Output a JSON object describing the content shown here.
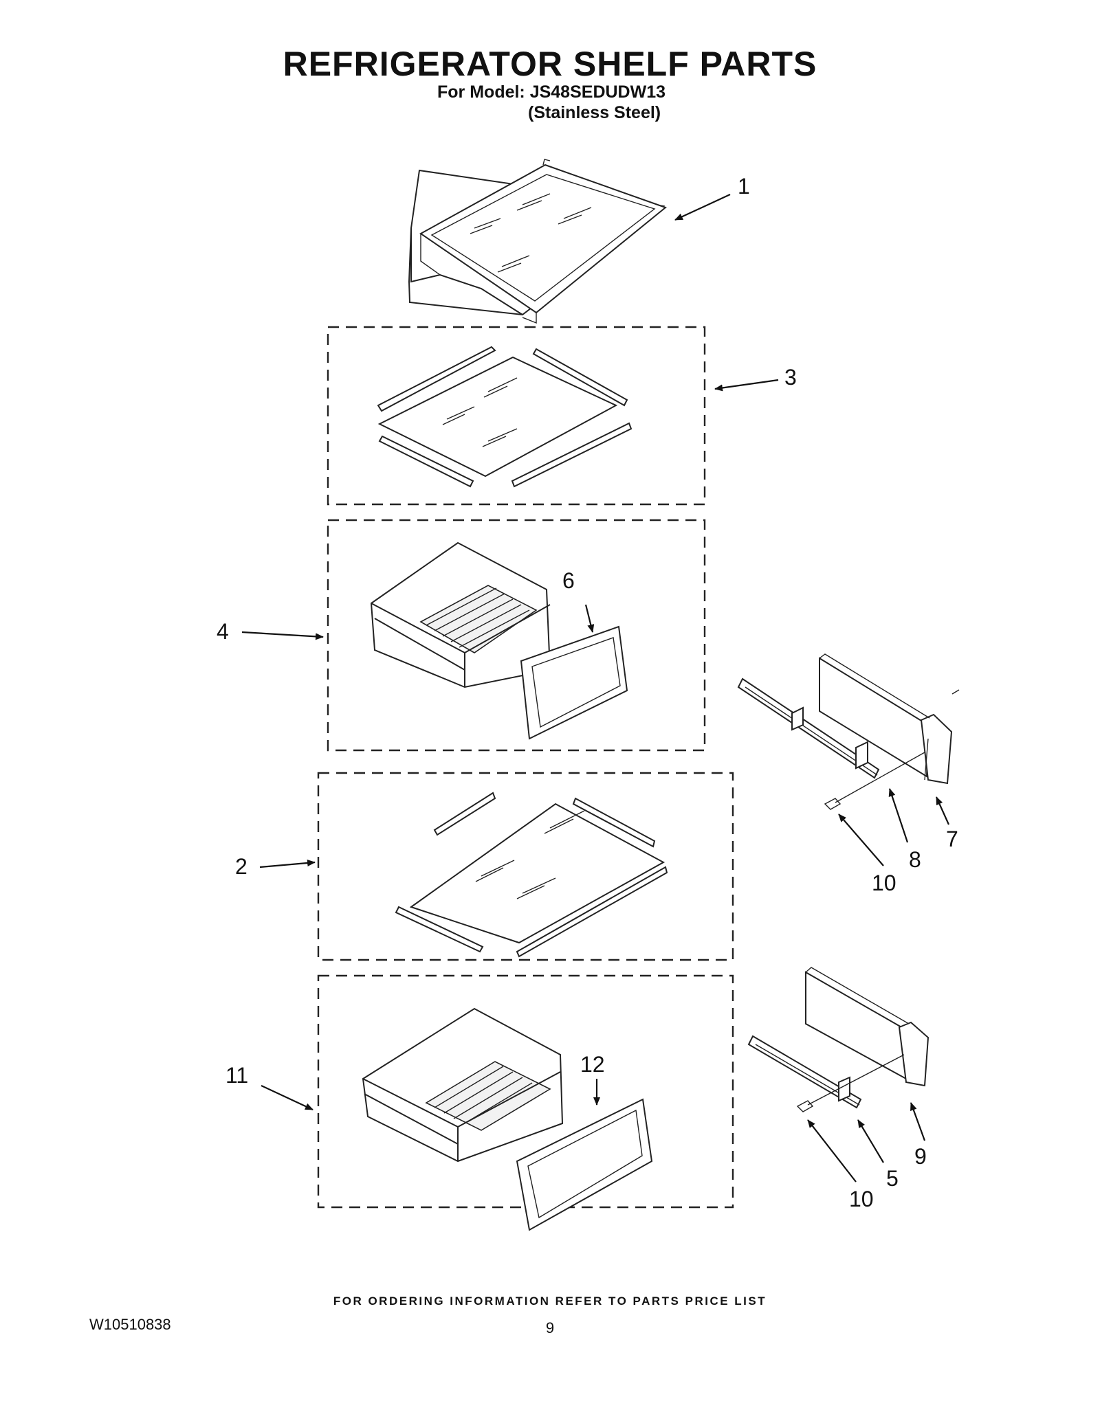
{
  "header": {
    "title": "REFRIGERATOR SHELF PARTS",
    "model_line": "For Model: JS48SEDUDW13",
    "finish_line": "(Stainless Steel)"
  },
  "callouts": [
    "1",
    "3",
    "4",
    "6",
    "7",
    "8",
    "10",
    "2",
    "11",
    "12",
    "9",
    "5",
    "10"
  ],
  "footer": {
    "ordering_note": "FOR ORDERING INFORMATION REFER TO PARTS PRICE LIST",
    "document_number": "W10510838",
    "page_number": "9"
  }
}
